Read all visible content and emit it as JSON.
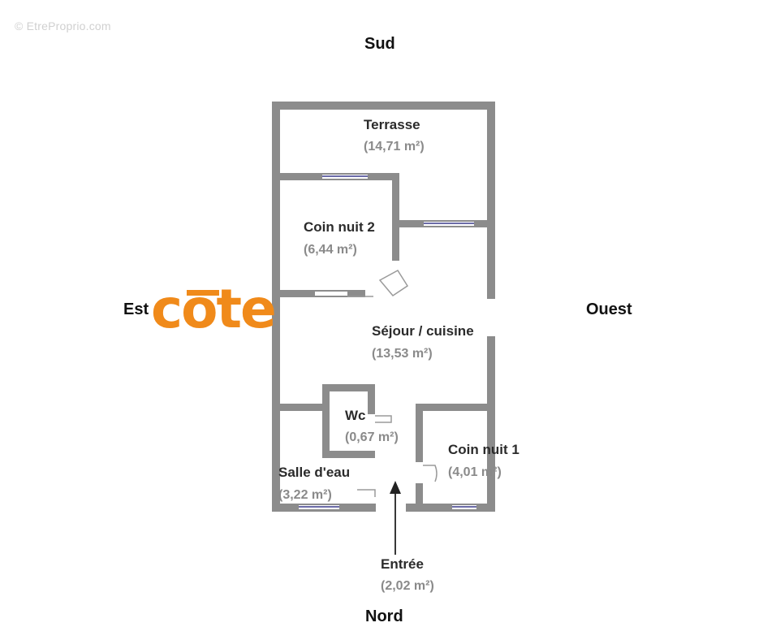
{
  "watermark": "© EtreProprio.com",
  "compass": {
    "south": "Sud",
    "north": "Nord",
    "east": "Est",
    "west": "Ouest"
  },
  "logo": {
    "text": "cote",
    "color": "#f08a1a"
  },
  "rooms": [
    {
      "name": "Terrasse",
      "area": "(14,71 m²)"
    },
    {
      "name": "Coin nuit 2",
      "area": "(6,44 m²)"
    },
    {
      "name": "Séjour / cuisine",
      "area": "(13,53 m²)"
    },
    {
      "name": "Wc",
      "area": "(0,67 m²)"
    },
    {
      "name": "Coin nuit 1",
      "area": "(4,01 m²)"
    },
    {
      "name": "Salle d'eau",
      "area": "(3,22 m²)"
    },
    {
      "name": "Entrée",
      "area": "(2,02 m²)"
    }
  ],
  "colors": {
    "wall": "#8c8c8c",
    "window": "#3a3a8c",
    "text": "#2b2b2b",
    "area_text": "#8a8a8a"
  }
}
